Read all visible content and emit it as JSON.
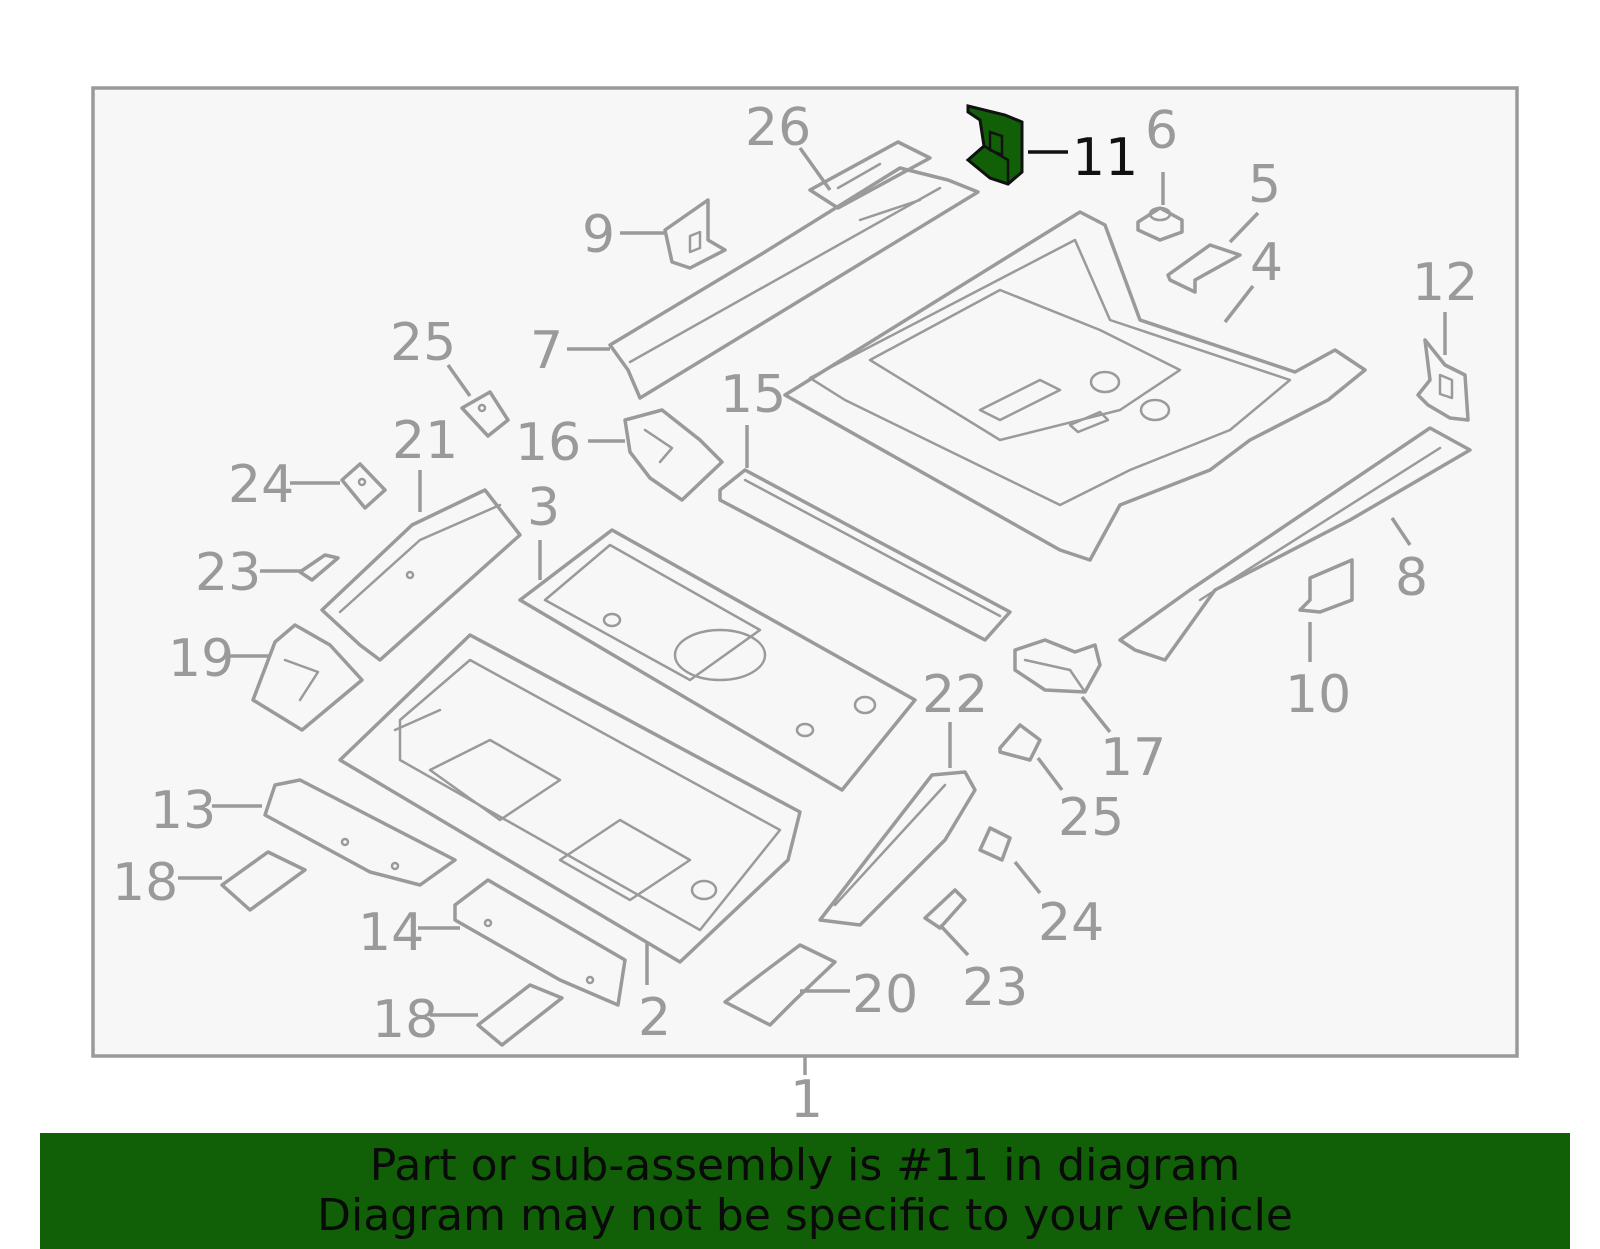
{
  "colors": {
    "line": "#9a9a9a",
    "frame_fill": "#f7f7f7",
    "highlight_fill": "#116008",
    "highlight_text": "#111111",
    "banner": "#116008"
  },
  "highlighted_part": "11",
  "assembly_label": "1",
  "callouts": [
    {
      "id": "c26",
      "label": "26"
    },
    {
      "id": "c11",
      "label": "11"
    },
    {
      "id": "c6",
      "label": "6"
    },
    {
      "id": "c5",
      "label": "5"
    },
    {
      "id": "c4",
      "label": "4"
    },
    {
      "id": "c12",
      "label": "12"
    },
    {
      "id": "c9",
      "label": "9"
    },
    {
      "id": "c7",
      "label": "7"
    },
    {
      "id": "c25a",
      "label": "25"
    },
    {
      "id": "c16",
      "label": "16"
    },
    {
      "id": "c15",
      "label": "15"
    },
    {
      "id": "c21",
      "label": "21"
    },
    {
      "id": "c24a",
      "label": "24"
    },
    {
      "id": "c3",
      "label": "3"
    },
    {
      "id": "c23a",
      "label": "23"
    },
    {
      "id": "c8",
      "label": "8"
    },
    {
      "id": "c19",
      "label": "19"
    },
    {
      "id": "c10",
      "label": "10"
    },
    {
      "id": "c22",
      "label": "22"
    },
    {
      "id": "c17",
      "label": "17"
    },
    {
      "id": "c25b",
      "label": "25"
    },
    {
      "id": "c13",
      "label": "13"
    },
    {
      "id": "c18a",
      "label": "18"
    },
    {
      "id": "c24b",
      "label": "24"
    },
    {
      "id": "c14",
      "label": "14"
    },
    {
      "id": "c2",
      "label": "2"
    },
    {
      "id": "c23b",
      "label": "23"
    },
    {
      "id": "c20",
      "label": "20"
    },
    {
      "id": "c18b",
      "label": "18"
    }
  ],
  "banner": {
    "line1": "Part or sub-assembly is #11 in diagram",
    "line2": "Diagram may not be specific to your vehicle"
  }
}
